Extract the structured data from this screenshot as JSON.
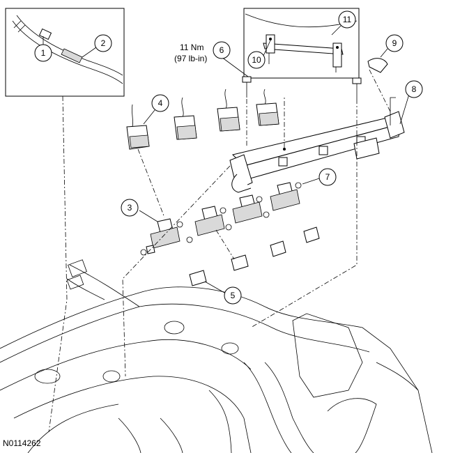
{
  "figure_id": "N0114262",
  "torque": {
    "nm": "11 Nm",
    "lbin": "(97 lb-in)"
  },
  "callouts": [
    {
      "id": "1",
      "label": "1"
    },
    {
      "id": "2",
      "label": "2"
    },
    {
      "id": "3",
      "label": "3"
    },
    {
      "id": "4",
      "label": "4"
    },
    {
      "id": "5",
      "label": "5"
    },
    {
      "id": "6",
      "label": "6"
    },
    {
      "id": "7",
      "label": "7"
    },
    {
      "id": "8",
      "label": "8"
    },
    {
      "id": "9",
      "label": "9"
    },
    {
      "id": "10",
      "label": "10"
    },
    {
      "id": "11",
      "label": "11"
    }
  ]
}
